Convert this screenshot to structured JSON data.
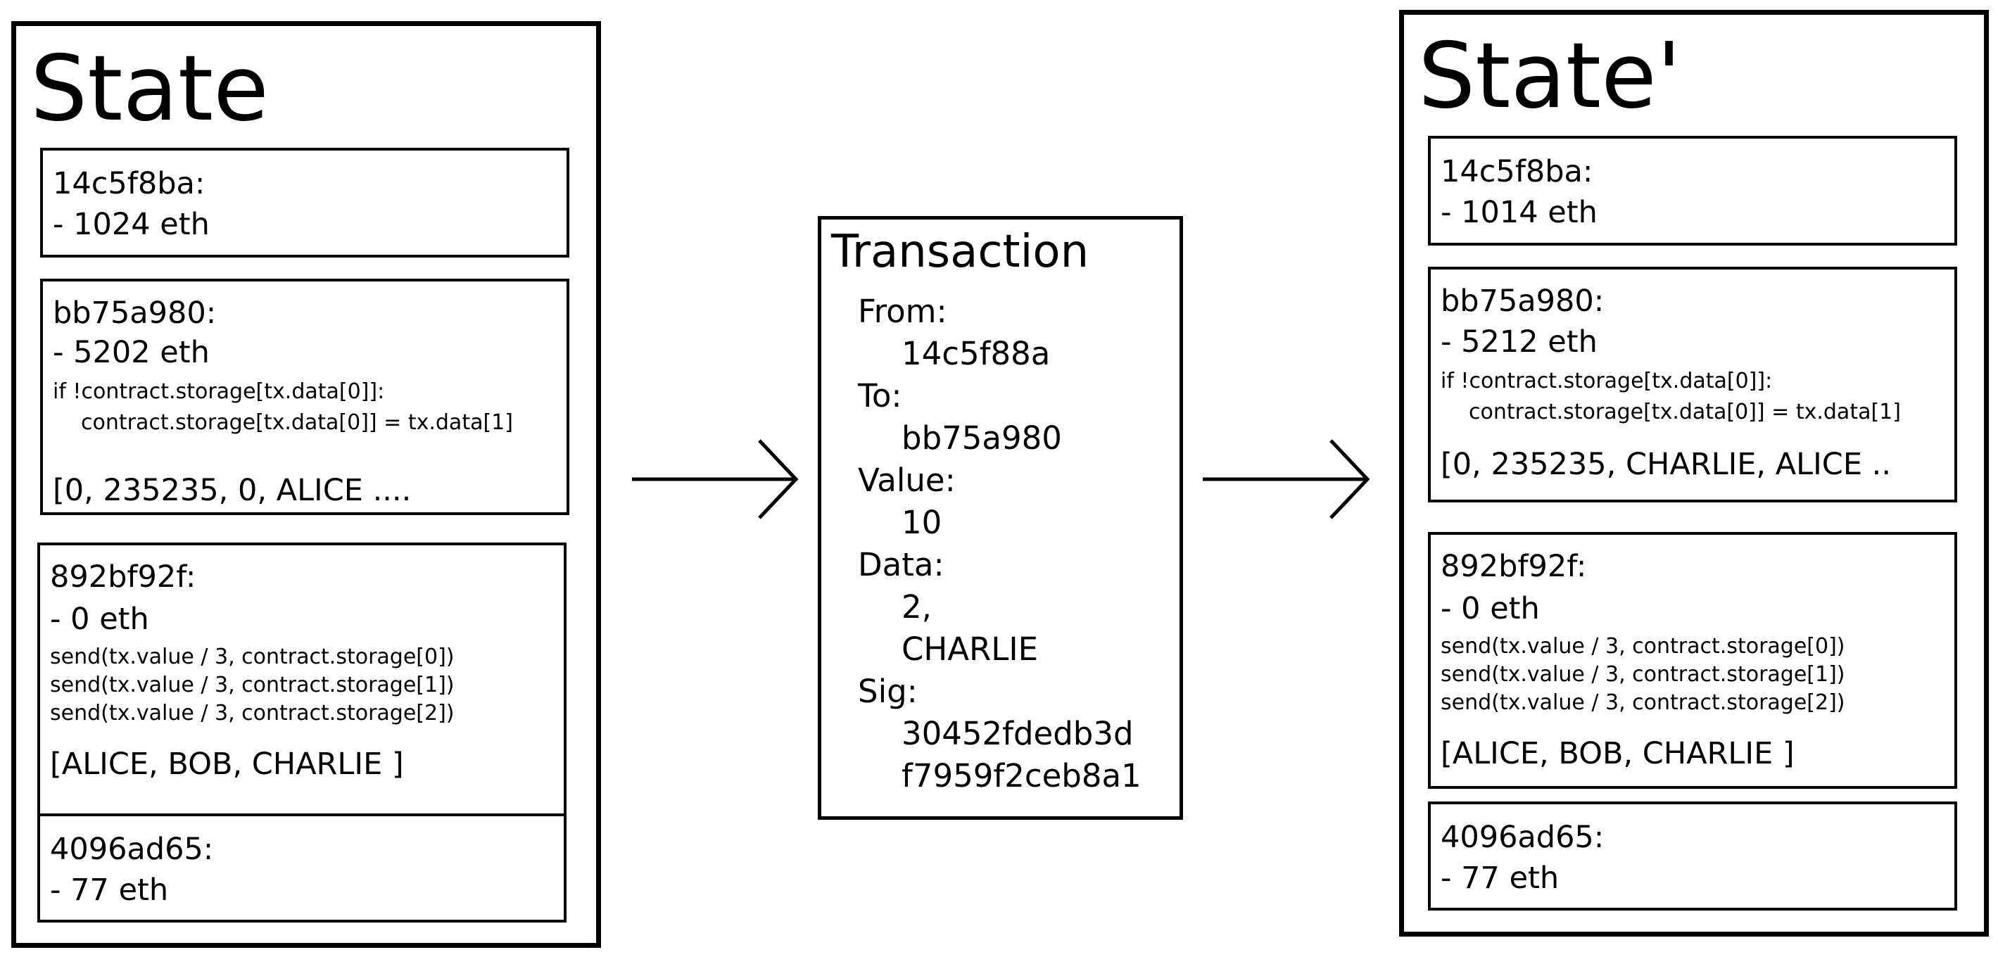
{
  "state_before": {
    "title": "State",
    "accounts": [
      {
        "address": "14c5f8ba:",
        "balance": "- 1024 eth"
      },
      {
        "address": "bb75a980:",
        "balance": "- 5202 eth",
        "code": [
          "if !contract.storage[tx.data[0]]:",
          "contract.storage[tx.data[0]] = tx.data[1]"
        ],
        "storage": "[0, 235235, 0, ALICE ...."
      },
      {
        "address": "892bf92f:",
        "balance": "- 0 eth",
        "code": [
          "send(tx.value / 3, contract.storage[0])",
          "send(tx.value / 3, contract.storage[1])",
          "send(tx.value / 3, contract.storage[2])"
        ],
        "storage": "[ALICE, BOB, CHARLIE ]"
      },
      {
        "address": "4096ad65:",
        "balance": "- 77 eth"
      }
    ]
  },
  "transaction": {
    "title": "Transaction",
    "from_label": "From:",
    "from_value": "14c5f88a",
    "to_label": "To:",
    "to_value": "bb75a980",
    "value_label": "Value:",
    "value_value": "10",
    "data_label": "Data:",
    "data_values": [
      "2,",
      "CHARLIE"
    ],
    "sig_label": "Sig:",
    "sig_values": [
      "30452fdedb3d",
      "f7959f2ceb8a1"
    ]
  },
  "state_after": {
    "title": "State'",
    "accounts": [
      {
        "address": "14c5f8ba:",
        "balance": "- 1014 eth"
      },
      {
        "address": "bb75a980:",
        "balance": "- 5212 eth",
        "code": [
          "if !contract.storage[tx.data[0]]:",
          "contract.storage[tx.data[0]] = tx.data[1]"
        ],
        "storage": "[0, 235235, CHARLIE, ALICE .."
      },
      {
        "address": "892bf92f:",
        "balance": "- 0 eth",
        "code": [
          "send(tx.value / 3, contract.storage[0])",
          "send(tx.value / 3, contract.storage[1])",
          "send(tx.value / 3, contract.storage[2])"
        ],
        "storage": "[ALICE, BOB, CHARLIE ]"
      },
      {
        "address": "4096ad65:",
        "balance": "- 77 eth"
      }
    ]
  }
}
